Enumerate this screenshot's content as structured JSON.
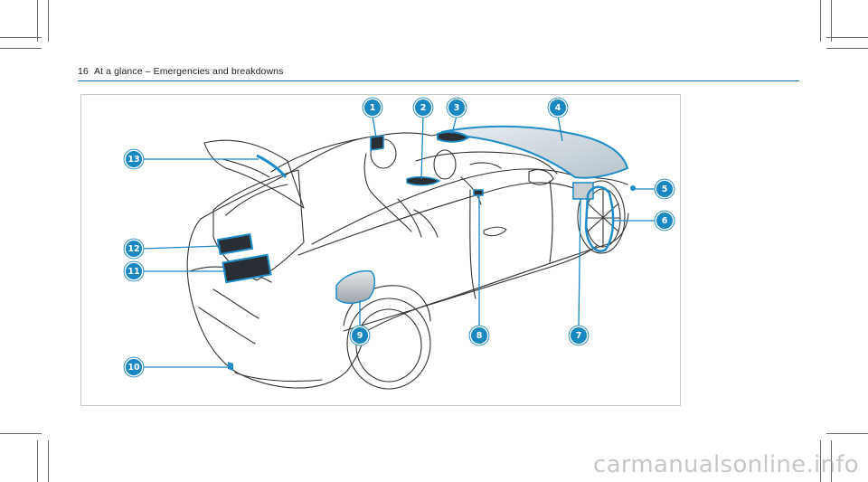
{
  "header": {
    "page_number": "16",
    "title": "At a glance – Emergencies and breakdowns"
  },
  "figure": {
    "callouts": [
      "1",
      "2",
      "3",
      "4",
      "5",
      "6",
      "7",
      "8",
      "9",
      "10",
      "11",
      "12",
      "13"
    ],
    "callout_color": "#1a87c2",
    "highlight_color": "#1f8cc8"
  },
  "footer": {
    "watermark": "carmanualsonline.info"
  }
}
